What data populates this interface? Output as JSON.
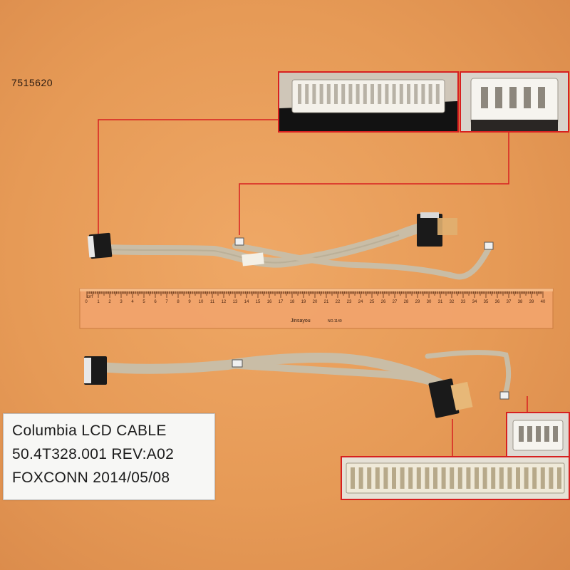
{
  "product_code": "7515620",
  "label": {
    "line1": "Columbia LCD  CABLE",
    "line2": "50.4T328.001  REV:A02",
    "line3": "FOXCONN  2014/05/08"
  },
  "ruler": {
    "unit_label": "cm",
    "ticks": [
      "0",
      "1",
      "2",
      "3",
      "4",
      "5",
      "6",
      "7",
      "8",
      "9",
      "10",
      "11",
      "12",
      "13",
      "14",
      "15",
      "16",
      "17",
      "18",
      "19",
      "20",
      "21",
      "22",
      "23",
      "24",
      "25",
      "26",
      "27",
      "28",
      "29",
      "30",
      "31",
      "32",
      "33",
      "34",
      "35",
      "36",
      "37",
      "38",
      "39",
      "40"
    ],
    "brand": "Jinsayou",
    "model": "NO.1140"
  },
  "colors": {
    "background": "#e89c58",
    "callout_line": "#d72020",
    "cable": "#cbbfa8",
    "connector": "#1a1a1a",
    "ruler": "#f2a46c"
  }
}
